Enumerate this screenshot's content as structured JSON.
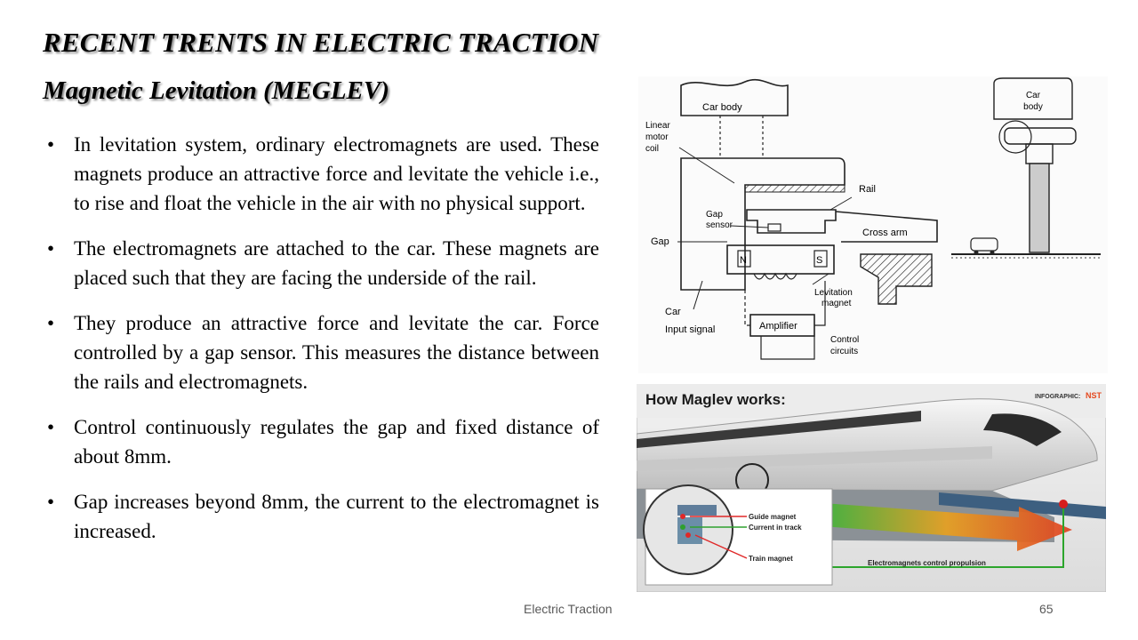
{
  "title": "RECENT TRENTS IN ELECTRIC TRACTION",
  "subtitle": "Magnetic Levitation (MEGLEV)",
  "bullets": [
    "In levitation system, ordinary electromagnets are used. These magnets produce an attractive force and levitate the vehicle i.e., to rise and float the vehicle in the air with no physical support.",
    "The electromagnets are attached to the car. These magnets are placed such that they are facing the underside of the rail.",
    "They produce an attractive force and levitate the car. Force controlled by a gap sensor. This measures the distance between the rails and electromagnets.",
    "Control continuously regulates the gap and fixed distance of about 8mm.",
    "Gap increases beyond 8mm, the current to the electromagnet is increased."
  ],
  "diagram": {
    "car_body": "Car body",
    "linear_motor_coil": [
      "Linear",
      "motor",
      "coil"
    ],
    "rail": "Rail",
    "gap_sensor": [
      "Gap",
      "sensor"
    ],
    "gap": "Gap",
    "cross_arm": "Cross arm",
    "n_pole": "N",
    "s_pole": "S",
    "levitation_magnet": [
      "Levitation",
      "magnet"
    ],
    "car": "Car",
    "input_signal": "Input signal",
    "amplifier": "Amplifier",
    "control_circuits": [
      "Control",
      "circuits"
    ],
    "car_body_side": [
      "Car",
      "body"
    ]
  },
  "infographic": {
    "heading": "How Maglev works:",
    "credit_prefix": "INFOGRAPHIC:",
    "credit_brand": "NST",
    "guide_magnet": "Guide magnet",
    "current_in_track": "Current in track",
    "train_magnet": "Train magnet",
    "propulsion": "Electromagnets control propulsion"
  },
  "footer": {
    "center": "Electric Traction",
    "page": "65"
  }
}
